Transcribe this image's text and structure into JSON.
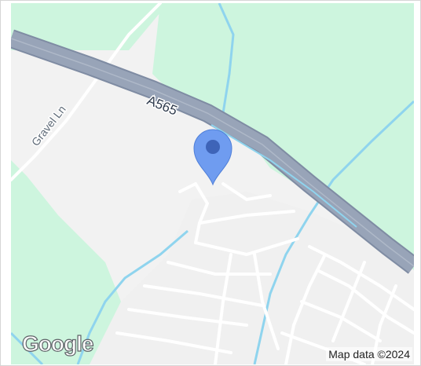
{
  "map": {
    "roads": {
      "major_label": "A565",
      "minor_label": "Gravel Ln"
    },
    "marker": {
      "icon": "map-pin-icon",
      "color": "#6f9cf0"
    },
    "attribution": "Map data ©2024",
    "logo_text": "Google",
    "colors": {
      "land": "#f2f2f2",
      "park": "#cdf5de",
      "water": "#8fd4ee",
      "major_road": "#8e9bb0",
      "minor_road": "#ffffff"
    }
  }
}
